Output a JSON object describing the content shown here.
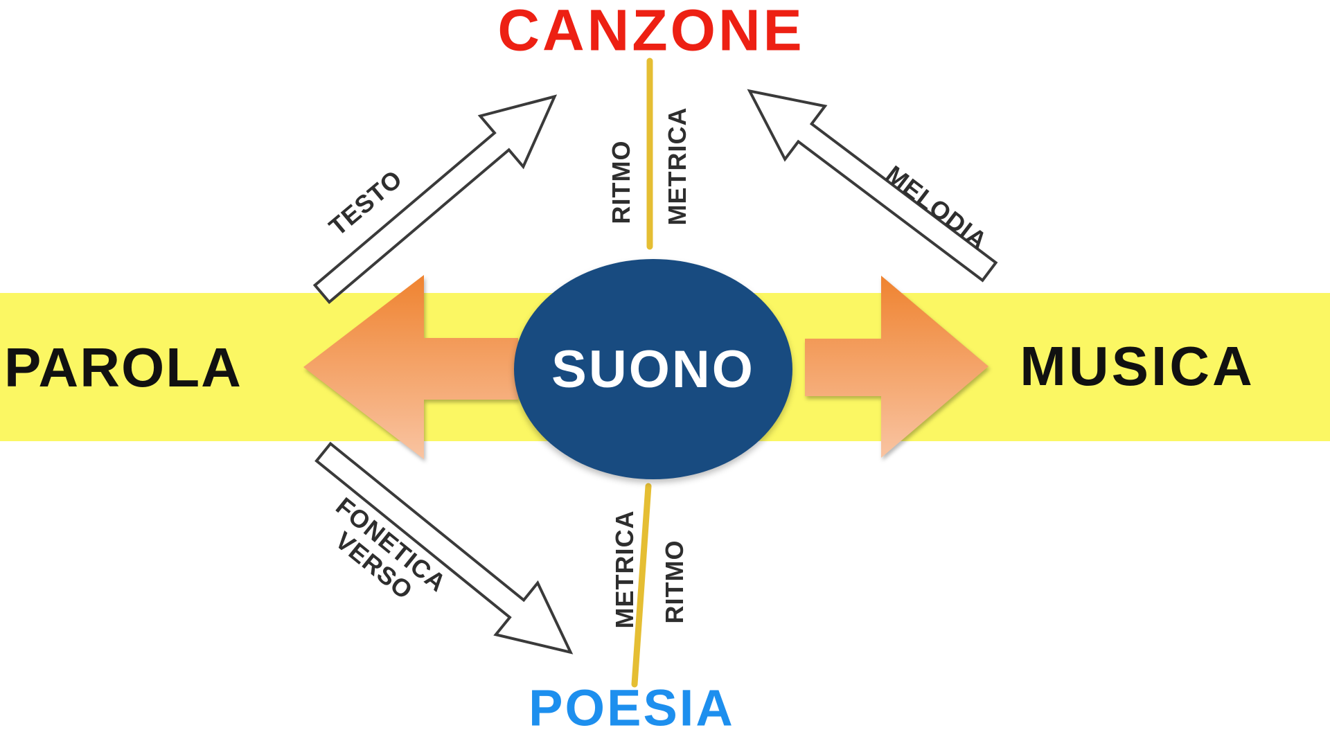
{
  "diagram": {
    "nodes": {
      "top": "CANZONE",
      "center": "SUONO",
      "left": "PAROLA",
      "right": "MUSICA",
      "bottom": "POESIA"
    },
    "edge_labels": {
      "parola_to_canzone": "TESTO",
      "musica_to_canzone": "MELODIA",
      "parola_to_poesia_line1": "FONETICA",
      "parola_to_poesia_line2": "VERSO",
      "suono_canzone_left": "RITMO",
      "suono_canzone_right": "METRICA",
      "suono_poesia_left": "METRICA",
      "suono_poesia_right": "RITMO"
    },
    "colors": {
      "canzone_red": "#ed2013",
      "poesia_blue": "#1d8fee",
      "band_yellow": "#fbf763",
      "connector_gold": "#e5be33",
      "node_navy": "#184b80",
      "arrow_orange_start": "#ef8330",
      "arrow_orange_end": "#f9c4a2",
      "text_black": "#111111",
      "label_dark": "#2e2e2e",
      "node_text_white": "#ffffff"
    }
  }
}
